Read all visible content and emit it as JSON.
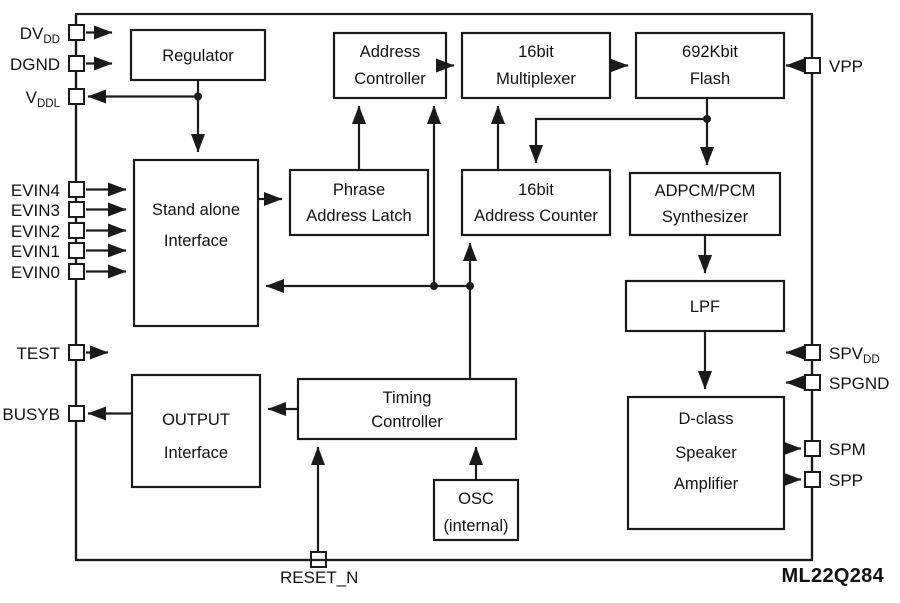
{
  "diagram": {
    "title": "ML22Q284 block diagram",
    "part_number": "ML22Q284",
    "background": "#ffffff",
    "line_color": "#1a1a1a",
    "blocks": [
      {
        "id": "regulator",
        "label1": "Regulator",
        "label2": ""
      },
      {
        "id": "address-controller",
        "label1": "Address",
        "label2": "Controller"
      },
      {
        "id": "multiplexer",
        "label1": "16bit",
        "label2": "Multiplexer"
      },
      {
        "id": "flash",
        "label1": "692Kbit",
        "label2": "Flash"
      },
      {
        "id": "stand-alone-interface",
        "label1": "Stand alone",
        "label2": "Interface"
      },
      {
        "id": "phrase-address-latch",
        "label1": "Phrase",
        "label2": "Address Latch"
      },
      {
        "id": "address-counter",
        "label1": "16bit",
        "label2": "Address Counter"
      },
      {
        "id": "adpcm-pcm-synthesizer",
        "label1": "ADPCM/PCM",
        "label2": "Synthesizer"
      },
      {
        "id": "lpf",
        "label1": "LPF",
        "label2": ""
      },
      {
        "id": "output-interface",
        "label1": "OUTPUT",
        "label2": "Interface"
      },
      {
        "id": "timing-controller",
        "label1": "Timing",
        "label2": "Controller"
      },
      {
        "id": "osc",
        "label1": "OSC",
        "label2": "(internal)"
      },
      {
        "id": "d-class-amp",
        "label1": "D-class",
        "label2": "Speaker",
        "label3": "Amplifier"
      }
    ],
    "pins_left": [
      {
        "id": "dvdd",
        "base": "DV",
        "sub": "DD",
        "direction": "out"
      },
      {
        "id": "dgnd",
        "base": "DGND",
        "sub": "",
        "direction": "out"
      },
      {
        "id": "vddl",
        "base": "V",
        "sub": "DDL",
        "direction": "in"
      },
      {
        "id": "evin4",
        "base": "EVIN4",
        "sub": "",
        "direction": "out"
      },
      {
        "id": "evin3",
        "base": "EVIN3",
        "sub": "",
        "direction": "out"
      },
      {
        "id": "evin2",
        "base": "EVIN2",
        "sub": "",
        "direction": "out"
      },
      {
        "id": "evin1",
        "base": "EVIN1",
        "sub": "",
        "direction": "out"
      },
      {
        "id": "evin0",
        "base": "EVIN0",
        "sub": "",
        "direction": "out"
      },
      {
        "id": "test",
        "base": "TEST",
        "sub": "",
        "direction": "out"
      },
      {
        "id": "busyb",
        "base": "BUSYB",
        "sub": "",
        "direction": "in"
      }
    ],
    "pins_right": [
      {
        "id": "vpp",
        "base": "VPP",
        "sub": "",
        "direction": "in"
      },
      {
        "id": "spvdd",
        "base": "SPV",
        "sub": "DD",
        "direction": "in"
      },
      {
        "id": "spgnd",
        "base": "SPGND",
        "sub": "",
        "direction": "in"
      },
      {
        "id": "spm",
        "base": "SPM",
        "sub": "",
        "direction": "out"
      },
      {
        "id": "spp",
        "base": "SPP",
        "sub": "",
        "direction": "out"
      }
    ],
    "pins_bottom": [
      {
        "id": "reset-n",
        "base": "RESET_N",
        "sub": "",
        "direction": "in"
      }
    ]
  }
}
